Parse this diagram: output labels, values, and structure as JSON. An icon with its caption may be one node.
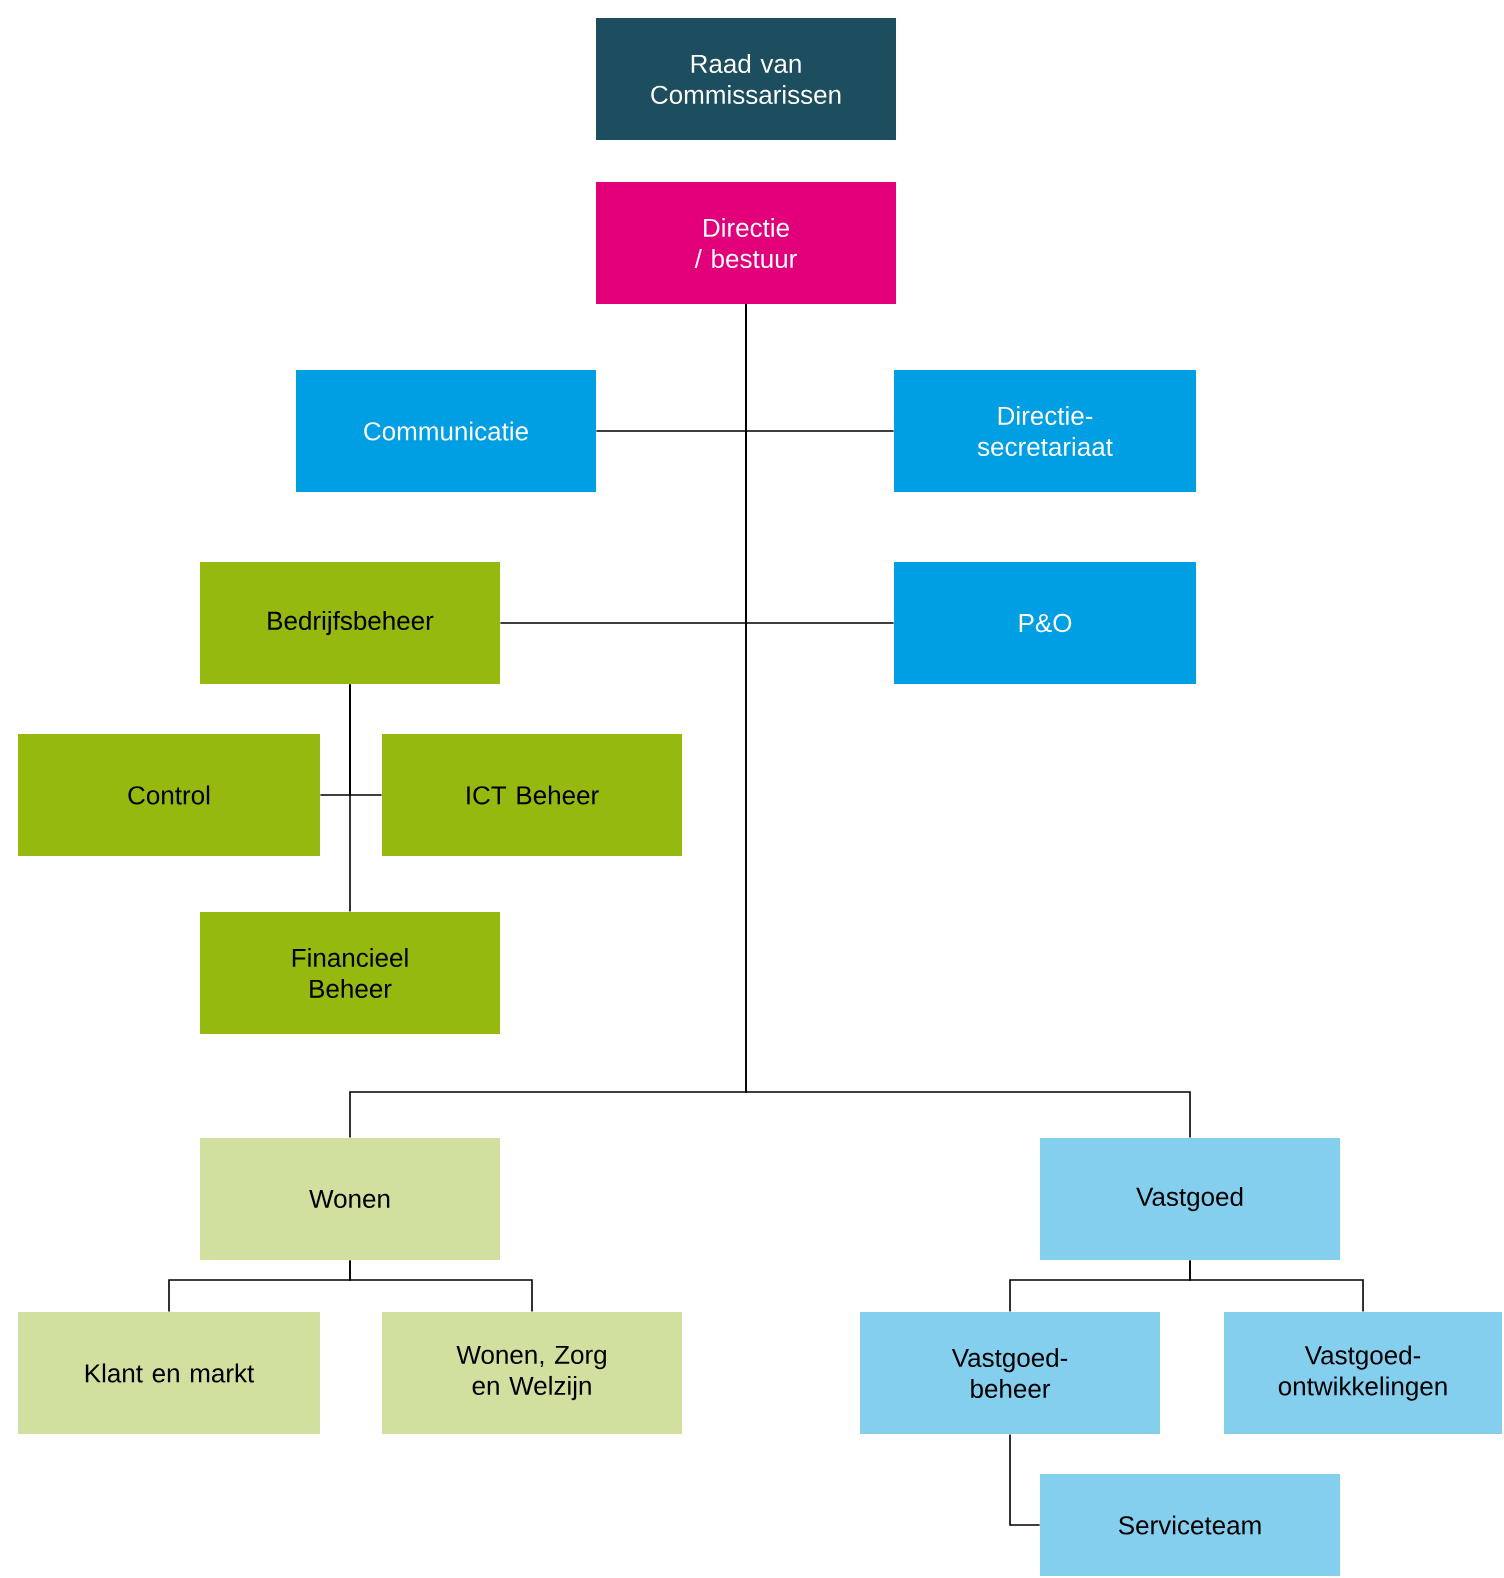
{
  "diagram": {
    "nodes": [
      {
        "text": [
          "Raad van Commissarissen"
        ]
      },
      {
        "text": [
          "Directie / bestuur"
        ]
      },
      {
        "text": [
          "Communicatie"
        ]
      },
      {
        "text": [
          "Directie-secretariaat"
        ]
      },
      {
        "text": [
          "Bedrijfsbeheer"
        ]
      },
      {
        "text": [
          "P&O"
        ]
      },
      {
        "text": [
          "Control"
        ]
      },
      {
        "text": [
          "ICT Beheer"
        ]
      },
      {
        "text": [
          "Financieel Beheer"
        ]
      },
      {
        "text": [
          "Wonen"
        ]
      },
      {
        "text": [
          "Vastgoed"
        ]
      },
      {
        "text": [
          "Klant en markt"
        ]
      },
      {
        "text": [
          "Wonen, Zorg en Welzijn"
        ]
      },
      {
        "text": [
          "Vastgoed-beheer"
        ]
      },
      {
        "text": [
          "Vastgoed-ontwikkelingen"
        ]
      },
      {
        "text": [
          "Serviceteam"
        ]
      }
    ],
    "edges": [
      {
        "from": 1,
        "to": 2,
        "arrow": "none"
      },
      {
        "from": 1,
        "to": 3,
        "arrow": "none"
      },
      {
        "from": 1,
        "to": 4,
        "arrow": "none"
      },
      {
        "from": 1,
        "to": 5,
        "arrow": "none"
      },
      {
        "from": 1,
        "to": 9,
        "arrow": "none"
      },
      {
        "from": 1,
        "to": 10,
        "arrow": "none"
      },
      {
        "from": 4,
        "to": 6,
        "arrow": "none"
      },
      {
        "from": 4,
        "to": 7,
        "arrow": "none"
      },
      {
        "from": 4,
        "to": 8,
        "arrow": "none"
      },
      {
        "from": 9,
        "to": 11,
        "arrow": "none"
      },
      {
        "from": 9,
        "to": 12,
        "arrow": "none"
      },
      {
        "from": 10,
        "to": 13,
        "arrow": "none"
      },
      {
        "from": 10,
        "to": 14,
        "arrow": "none"
      },
      {
        "from": 13,
        "to": 15,
        "arrow": "none"
      }
    ]
  }
}
